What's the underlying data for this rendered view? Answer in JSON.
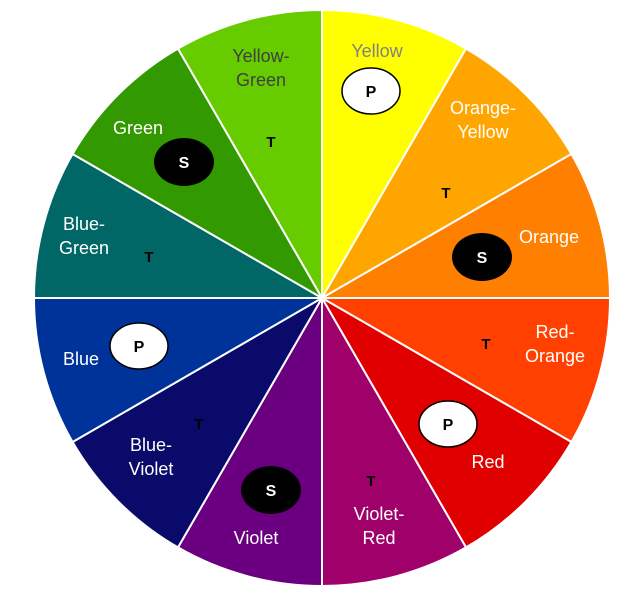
{
  "wheel": {
    "segments": [
      {
        "id": "yellow",
        "label_lines": [
          "Yellow"
        ],
        "color": "#ffff00",
        "label_color": "#808080",
        "marker": "P"
      },
      {
        "id": "orange-yellow",
        "label_lines": [
          "Orange-",
          "Yellow"
        ],
        "color": "#ffa500",
        "label_color": "#ffffff",
        "marker": "T"
      },
      {
        "id": "orange",
        "label_lines": [
          "Orange"
        ],
        "color": "#ff7f00",
        "label_color": "#ffffff",
        "marker": "S"
      },
      {
        "id": "red-orange",
        "label_lines": [
          "Red-",
          "Orange"
        ],
        "color": "#ff4000",
        "label_color": "#ffffff",
        "marker": "T"
      },
      {
        "id": "red",
        "label_lines": [
          "Red"
        ],
        "color": "#e00000",
        "label_color": "#ffffff",
        "marker": "P"
      },
      {
        "id": "violet-red",
        "label_lines": [
          "Violet-",
          "Red"
        ],
        "color": "#a0006a",
        "label_color": "#ffffff",
        "marker": "T"
      },
      {
        "id": "violet",
        "label_lines": [
          "Violet"
        ],
        "color": "#6a0080",
        "label_color": "#ffffff",
        "marker": "S"
      },
      {
        "id": "blue-violet",
        "label_lines": [
          "Blue-",
          "Violet"
        ],
        "color": "#0a0a6a",
        "label_color": "#ffffff",
        "marker": "T"
      },
      {
        "id": "blue",
        "label_lines": [
          "Blue"
        ],
        "color": "#003399",
        "label_color": "#ffffff",
        "marker": "P"
      },
      {
        "id": "blue-green",
        "label_lines": [
          "Blue-",
          "Green"
        ],
        "color": "#006666",
        "label_color": "#ffffff",
        "marker": "T"
      },
      {
        "id": "green",
        "label_lines": [
          "Green"
        ],
        "color": "#339900",
        "label_color": "#ffffff",
        "marker": "S"
      },
      {
        "id": "yellow-green",
        "label_lines": [
          "Yellow-",
          "Green"
        ],
        "color": "#66cc00",
        "label_color": "#404040",
        "marker": "T"
      }
    ]
  }
}
